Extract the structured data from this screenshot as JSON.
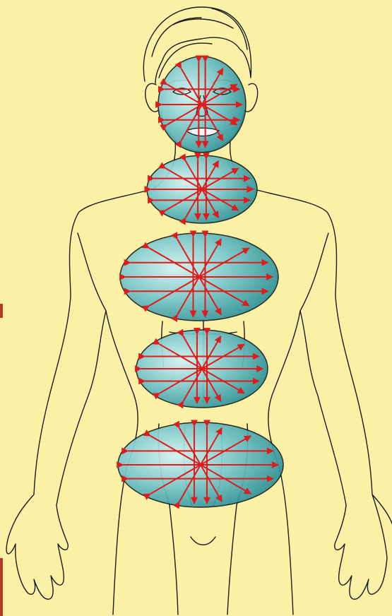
{
  "colors": {
    "background": "#fbf1a6",
    "outline": "#1a1a1a",
    "zone_fill_light": "#c9eef0",
    "zone_fill_dark": "#1e8c93",
    "arrow": "#e01b1b",
    "left_edge_strip": "#b63a2a"
  },
  "icons": {
    "arrow": "arrowhead",
    "zones": "ellipse-zone"
  },
  "zones": [
    {
      "id": "head",
      "label": ""
    },
    {
      "id": "neck",
      "label": ""
    },
    {
      "id": "chest",
      "label": ""
    },
    {
      "id": "abdomen",
      "label": ""
    },
    {
      "id": "pelvis",
      "label": ""
    }
  ]
}
